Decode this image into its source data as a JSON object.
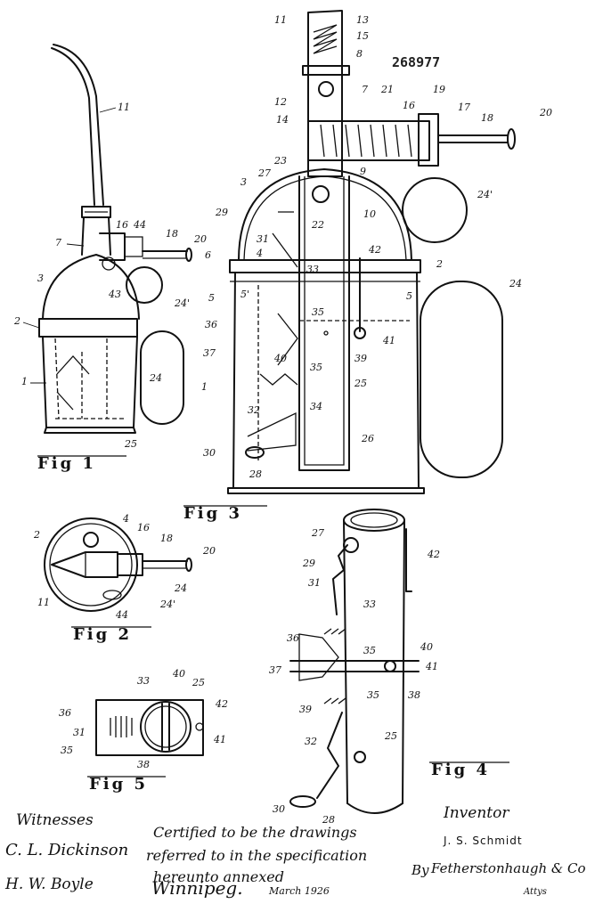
{
  "stamp": "268977",
  "figures": {
    "fig1": {
      "label": "Fig 1",
      "refs": [
        "11",
        "16",
        "44",
        "18",
        "20",
        "7",
        "3",
        "43",
        "24'",
        "2",
        "24",
        "1",
        "25"
      ]
    },
    "fig2": {
      "label": "Fig 2",
      "refs": [
        "2",
        "4",
        "16",
        "18",
        "20",
        "11",
        "44",
        "24",
        "24'"
      ]
    },
    "fig3": {
      "label": "Fig 3",
      "refs": [
        "11",
        "13",
        "15",
        "8",
        "12",
        "7",
        "14",
        "21",
        "19",
        "16",
        "17",
        "18",
        "20",
        "23",
        "27",
        "9",
        "3",
        "10",
        "22",
        "29",
        "24'",
        "31",
        "42",
        "6",
        "4",
        "2",
        "33",
        "5",
        "5'",
        "5",
        "24",
        "36",
        "35",
        "41",
        "39",
        "37",
        "40",
        "35",
        "1",
        "25",
        "34",
        "32",
        "26",
        "30",
        "28"
      ]
    },
    "fig4": {
      "label": "Fig 4",
      "refs": [
        "27",
        "42",
        "29",
        "31",
        "33",
        "36",
        "35",
        "40",
        "37",
        "41",
        "39",
        "38",
        "35",
        "25",
        "32",
        "30",
        "28"
      ]
    },
    "fig5": {
      "label": "Fig 5",
      "refs": [
        "33",
        "40",
        "25",
        "42",
        "36",
        "31",
        "35",
        "41",
        "38"
      ]
    }
  },
  "footer": {
    "witnesses_label": "Witnesses",
    "witness_1": "C. L. Dickinson",
    "witness_2": "H. W. Boyle",
    "certification": [
      "Certified to be the drawings",
      "referred to in the specification",
      "hereunto annexed",
      "Winnipeg."
    ],
    "date": "March 1926",
    "inventor_label": "Inventor",
    "inventor_name": "J. S. Schmidt",
    "attorney_prefix": "By",
    "attorney": "Fetherstonhaugh & Co",
    "attorney_suffix": "Attys"
  }
}
